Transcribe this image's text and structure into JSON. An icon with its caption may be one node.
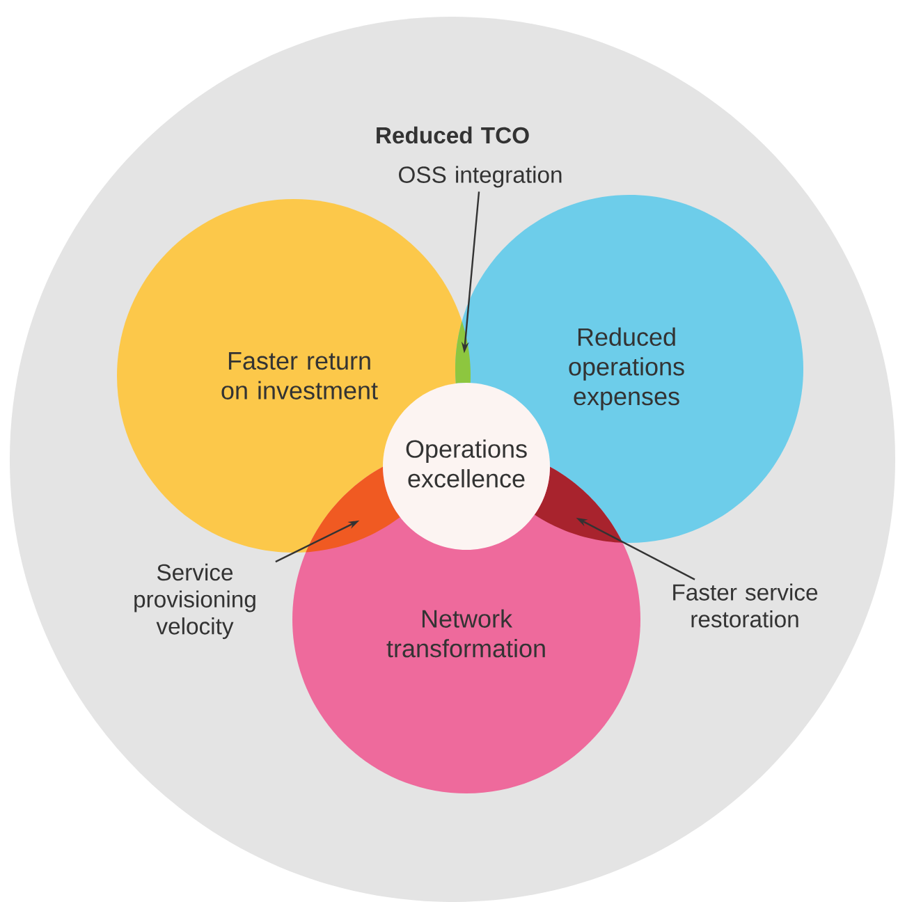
{
  "diagram": {
    "nodes": [
      {
        "text": [
          "Reduced TCO"
        ]
      },
      {
        "text": [
          "Faster return on investment"
        ],
        "in": 0
      },
      {
        "text": [
          "Reduced operations expenses"
        ],
        "in": 0
      },
      {
        "text": [
          "Network transformation"
        ],
        "in": 0
      },
      {
        "text": [
          "Operations excellence"
        ],
        "in": 0
      },
      {
        "text": [
          "OSS integration"
        ],
        "in": 0
      },
      {
        "text": [],
        "shape": "lens"
      },
      {
        "text": [
          "Service provisioning velocity"
        ],
        "in": 0
      },
      {
        "text": [],
        "shape": "lens"
      },
      {
        "text": [
          "Faster service restoration"
        ],
        "in": 0
      },
      {
        "text": [],
        "shape": "lens"
      }
    ],
    "edges": [
      {
        "from": 5,
        "to": 6,
        "arrow": "to"
      },
      {
        "from": 7,
        "to": 8,
        "arrow": "to"
      },
      {
        "from": 9,
        "to": 10,
        "arrow": "to"
      }
    ]
  }
}
